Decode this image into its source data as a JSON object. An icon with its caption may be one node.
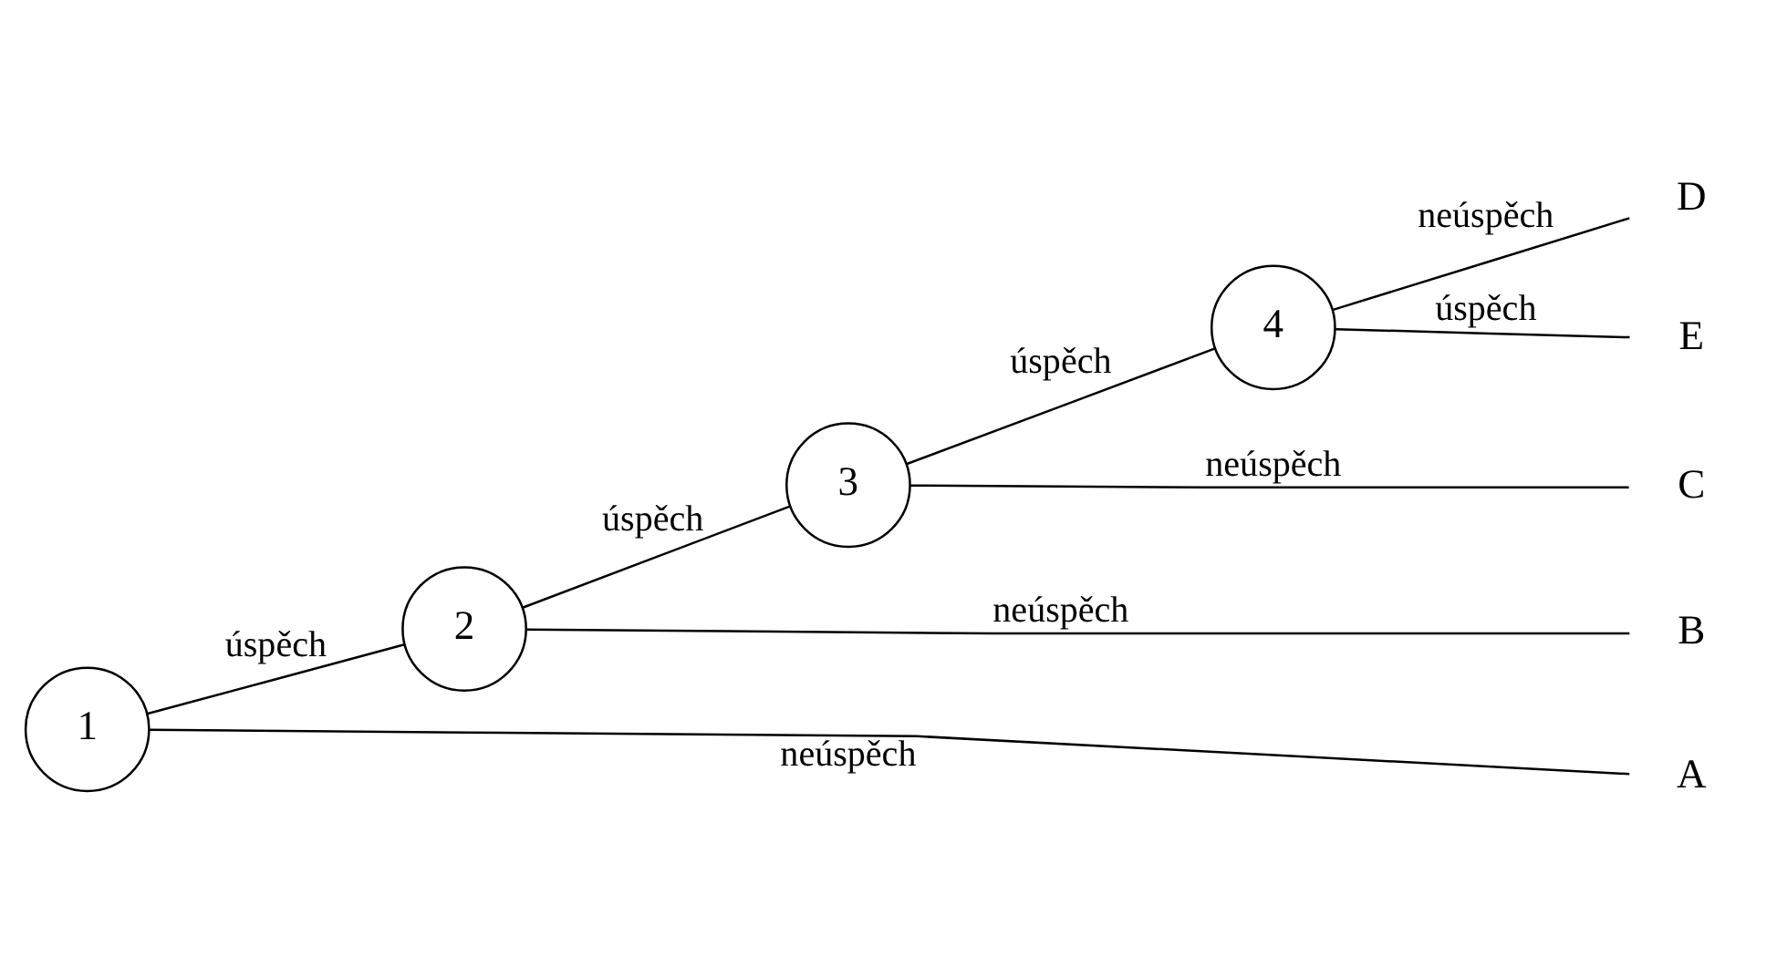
{
  "diagram": {
    "nodes": [
      {
        "text": [
          "1"
        ]
      },
      {
        "text": [
          "2"
        ]
      },
      {
        "text": [
          "3"
        ]
      },
      {
        "text": [
          "4"
        ]
      },
      {
        "text": [
          "A"
        ]
      },
      {
        "text": [
          "B"
        ]
      },
      {
        "text": [
          "C"
        ]
      },
      {
        "text": [
          "D"
        ]
      },
      {
        "text": [
          "E"
        ]
      }
    ],
    "edges": [
      {
        "from": 0,
        "to": 4,
        "arrow": "none",
        "label": "neúspěch"
      },
      {
        "from": 0,
        "to": 1,
        "arrow": "none",
        "label": "úspěch"
      },
      {
        "from": 1,
        "to": 5,
        "arrow": "none",
        "label": "neúspěch"
      },
      {
        "from": 1,
        "to": 2,
        "arrow": "none",
        "label": "úspěch"
      },
      {
        "from": 2,
        "to": 6,
        "arrow": "none",
        "label": "neúspěch"
      },
      {
        "from": 2,
        "to": 3,
        "arrow": "none",
        "label": "úspěch"
      },
      {
        "from": 3,
        "to": 7,
        "arrow": "none",
        "label": "neúspěch"
      },
      {
        "from": 3,
        "to": 8,
        "arrow": "none",
        "label": "úspěch"
      }
    ]
  }
}
